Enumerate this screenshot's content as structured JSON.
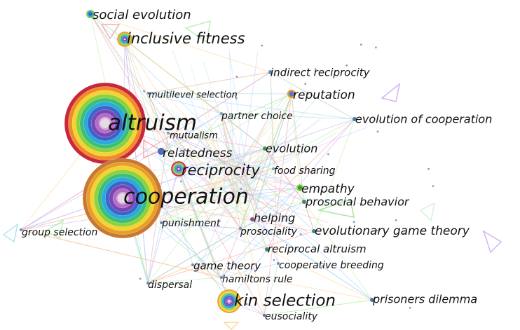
{
  "colors": {
    "background": "#ffffff",
    "label": "#111111",
    "ring_palette": [
      "#c8141e",
      "#f08c28",
      "#f5d232",
      "#8cd23c",
      "#28b478",
      "#28aadc",
      "#3c64c8",
      "#7846b4",
      "#b45ac8",
      "#dcb4dc"
    ],
    "edge_palette": [
      "#9fd7ff",
      "#b7f0a0",
      "#f6a0a0",
      "#c6b0ff",
      "#ffd38a",
      "#a0e0d0"
    ]
  },
  "nodes": [
    {
      "id": "altruism",
      "label": "altruism",
      "rings": [
        "#c8283c",
        "#f08c28",
        "#f5d232",
        "#8cd23c",
        "#3cbe78",
        "#28aadc",
        "#3c64c8",
        "#7846b4",
        "#b46ec8",
        "#d2aad2"
      ]
    },
    {
      "id": "cooperation",
      "label": "cooperation",
      "rings": [
        "#c87832",
        "#e6a028",
        "#f5d232",
        "#8cd23c",
        "#3cbe78",
        "#28aadc",
        "#3c64c8",
        "#7846b4",
        "#b46ec8",
        "#d2aad2"
      ]
    },
    {
      "id": "kin_selection",
      "label": "kin selection",
      "rings": [
        "#e6a028",
        "#f5d232",
        "#8cd23c",
        "#28aadc",
        "#3c64c8",
        "#7846b4",
        "#b46ec8"
      ]
    },
    {
      "id": "inclusive_fitness",
      "label": "inclusive fitness",
      "rings": [
        "#e6a028",
        "#8cd23c",
        "#28aadc",
        "#7846b4"
      ]
    },
    {
      "id": "reciprocity",
      "label": "reciprocity",
      "rings": [
        "#dc2846",
        "#8cd23c",
        "#28aadc",
        "#7846b4"
      ]
    },
    {
      "id": "social_evolution",
      "label": "social evolution",
      "rings": [
        "#8cd23c",
        "#28aadc",
        "#3c64c8"
      ]
    },
    {
      "id": "reputation",
      "label": "reputation",
      "rings": [
        "#e6a028",
        "#5a78c8"
      ]
    },
    {
      "id": "empathy",
      "label": "empathy",
      "rings": [
        "#8cd23c",
        "#3c9650"
      ]
    },
    {
      "id": "relatedness",
      "label": "relatedness",
      "rings": [
        "#3c64c8",
        "#5a6ea0"
      ]
    },
    {
      "id": "indirect_reciprocity",
      "label": "indirect reciprocity",
      "rings": [
        "#5a8cb4"
      ]
    },
    {
      "id": "evolution_of_cooperation",
      "label": "evolution of cooperation",
      "rings": [
        "#4a7aa8"
      ]
    },
    {
      "id": "multilevel_selection",
      "label": "multilevel selection",
      "rings": [
        "#5a8cb4"
      ]
    },
    {
      "id": "partner_choice",
      "label": "partner choice",
      "rings": [
        "#7aa0c0"
      ]
    },
    {
      "id": "mutualism",
      "label": "mutualism",
      "rings": [
        "#7aa0c0"
      ]
    },
    {
      "id": "evolution",
      "label": "evolution",
      "rings": [
        "#3c9664"
      ]
    },
    {
      "id": "food_sharing",
      "label": "food sharing",
      "rings": [
        "#7aa0c0"
      ]
    },
    {
      "id": "prosocial_behavior",
      "label": "prosocial behavior",
      "rings": [
        "#3c8c64"
      ]
    },
    {
      "id": "helping",
      "label": "helping",
      "rings": [
        "#a04678"
      ]
    },
    {
      "id": "punishment",
      "label": "punishment",
      "rings": [
        "#6e8cb4"
      ]
    },
    {
      "id": "prosociality",
      "label": "prosociality",
      "rings": [
        "#6e8cb4"
      ]
    },
    {
      "id": "evolutionary_game_theory",
      "label": "evolutionary game theory",
      "rings": [
        "#3c8c8c"
      ]
    },
    {
      "id": "group_selection",
      "label": "group selection",
      "rings": [
        "#5a8cb4"
      ]
    },
    {
      "id": "reciprocal_altruism",
      "label": "reciprocal altruism",
      "rings": [
        "#3c8c78"
      ]
    },
    {
      "id": "game_theory",
      "label": "game theory",
      "rings": [
        "#6e8cb4"
      ]
    },
    {
      "id": "cooperative_breeding",
      "label": "cooperative breeding",
      "rings": [
        "#6e8cb4"
      ]
    },
    {
      "id": "hamiltons_rule",
      "label": "hamiltons rule",
      "rings": [
        "#6e8cb4"
      ]
    },
    {
      "id": "dispersal",
      "label": "dispersal",
      "rings": [
        "#6e8cb4"
      ]
    },
    {
      "id": "prisoners_dilemma",
      "label": "prisoners dilemma",
      "rings": [
        "#5a6ea0"
      ]
    },
    {
      "id": "eusociality",
      "label": "eusociality",
      "rings": [
        "#5a6ea0"
      ]
    }
  ]
}
